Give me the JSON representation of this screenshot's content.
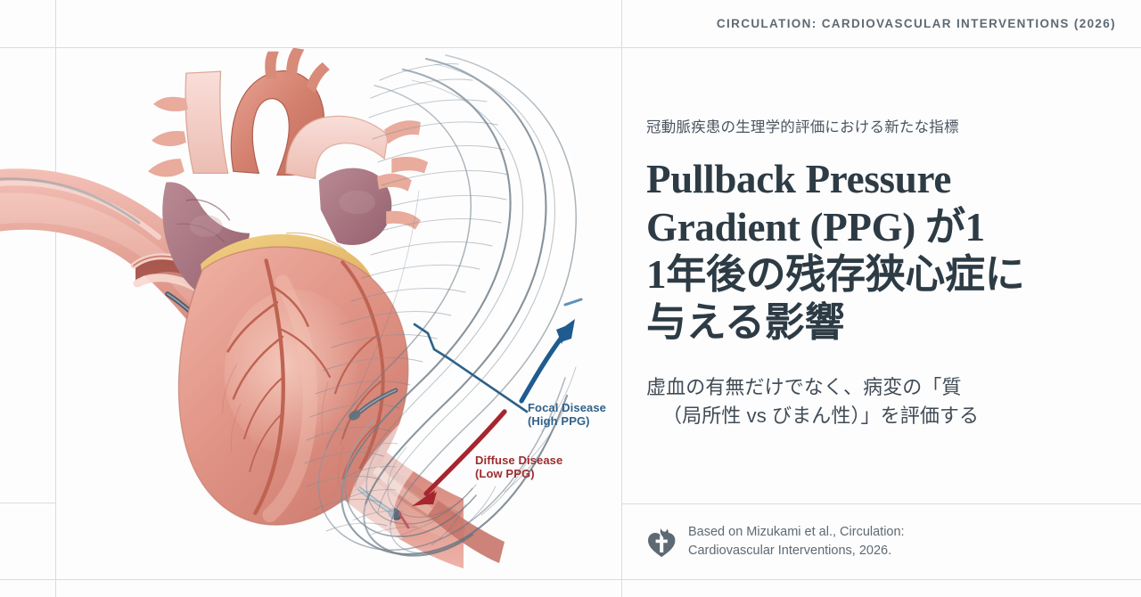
{
  "header": {
    "kicker": "CIRCULATION: CARDIOVASCULAR INTERVENTIONS (2026)"
  },
  "pane": {
    "eyebrow": "冠動脈疾患の生理学的評価における新たな指標",
    "headline_lines": [
      "Pullback Pressure",
      "Gradient (PPG) が1",
      "1年後の残存狭心症に",
      "与える影響"
    ],
    "subhead_lines": [
      "虚血の有無だけでなく、病変の「質",
      "（局所性 vs びまん性）」を評価する"
    ]
  },
  "footer": {
    "logo_name": "aha-heart-torch-logo",
    "citation_lines": [
      "Based on Mizukami et al., Circulation:",
      "Cardiovascular Interventions, 2026."
    ]
  },
  "illustration": {
    "alt": "anatomical heart with cutaway coronary artery, pressure wire and 3D wireframe vessel model",
    "annotations": [
      {
        "id": "focal",
        "line1": "Focal Disease",
        "line2": "(High PPG)",
        "color": "#2f6189",
        "arrow": "up-right"
      },
      {
        "id": "diffuse",
        "line1": "Diffuse Disease",
        "line2": "(Low PPG)",
        "color": "#9e2b30",
        "arrow": "down-left"
      }
    ]
  },
  "colors": {
    "background": "#fdfdfd",
    "grid": "#d9dde0",
    "headline": "#2d3b45",
    "body_text": "#414c57",
    "muted_text": "#5d6a74",
    "focal_blue": "#2f6189",
    "diffuse_red": "#9e2b30",
    "vessel_red": "#d98a80",
    "vessel_deep": "#b8574f",
    "heart_fat": "#e8c273",
    "mesh_gray": "#7d858c"
  }
}
